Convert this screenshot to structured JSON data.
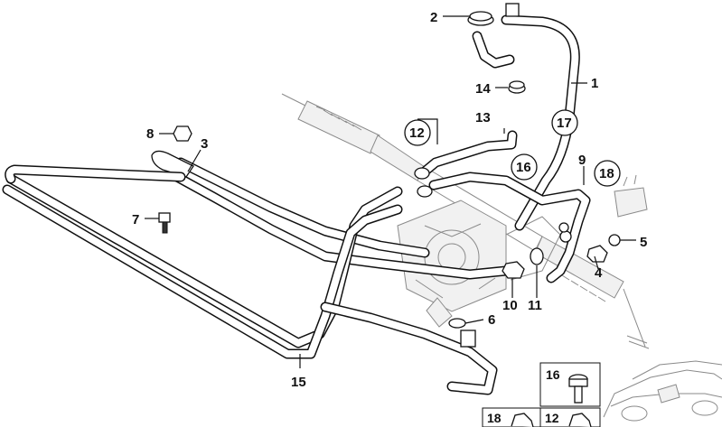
{
  "labels": {
    "l1": "1",
    "l2": "2",
    "l3": "3",
    "l4": "4",
    "l5": "5",
    "l6": "6",
    "l7": "7",
    "l8": "8",
    "l9": "9",
    "l10": "10",
    "l11": "11",
    "l13": "13",
    "l14": "14",
    "l15": "15",
    "c12": "12",
    "c16": "16",
    "c17": "17",
    "c18": "18"
  },
  "inset": {
    "box16": "16",
    "box18": "18",
    "box12": "12"
  }
}
